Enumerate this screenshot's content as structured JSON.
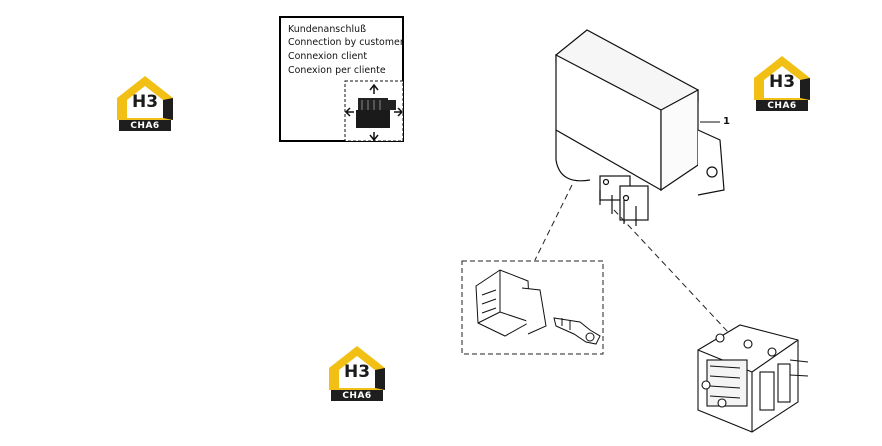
{
  "customer_label": {
    "lines": [
      "Kundenanschluß",
      "Connection by customer",
      "Connexion client",
      "Conexion per cliente"
    ]
  },
  "callout": {
    "number": "1"
  },
  "watermark": {
    "mark": "H3",
    "text": "CHA6",
    "colors": {
      "roof": "#f2c014",
      "body": "#1e1e1e"
    }
  }
}
